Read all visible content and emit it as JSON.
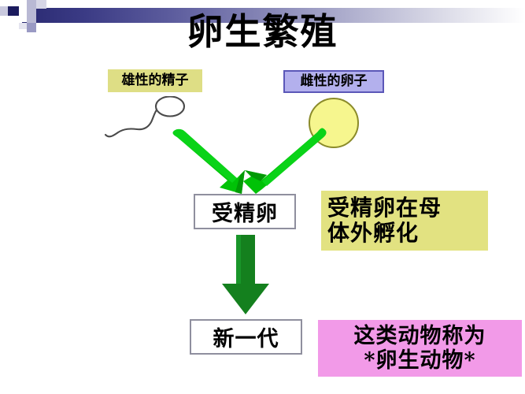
{
  "slide": {
    "title": "卵生繁殖",
    "background_color": "#ffffff"
  },
  "banner": {
    "name": "decorative-header-bar",
    "gradient_from": "#2a2a72",
    "gradient_to": "#ffffff"
  },
  "labels": {
    "sperm_tag": "雄性的精子",
    "sperm_tag_bg": "#dede85",
    "egg_tag": "雌性的卵子",
    "egg_tag_bg": "#b3b0ed",
    "egg_tag_border": "#5b57b8"
  },
  "figures": {
    "sperm_icon": "sperm-cell-drawing",
    "egg_icon": "egg-cell-circle",
    "egg_fill": "#f6f68e",
    "egg_border": "#8b8b2a",
    "v_arrows_icon": "converging-green-arrows",
    "down_arrow_icon": "green-down-arrow",
    "arrow_color": "#00b400",
    "down_arrow_color": "#14801e"
  },
  "boxes": {
    "zygote": "受精卵",
    "new_generation": "新一代",
    "box_border": "#8f8f9e"
  },
  "notes": {
    "hatching": {
      "line1": "受精卵在母",
      "line2": "体外孵化",
      "bg": "#e2e281"
    },
    "animal_kind": {
      "line1": "这类动物称为",
      "line2": "*卵生动物*",
      "bg": "#f29ae8"
    }
  }
}
